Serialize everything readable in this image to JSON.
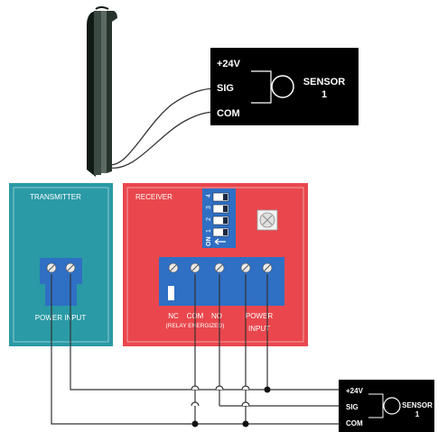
{
  "sensor_top": {
    "v24": "+24V",
    "sig": "SIG",
    "com": "COM",
    "name_line1": "SENSOR",
    "name_line2": "1"
  },
  "transmitter": {
    "title": "TRANSMITTER",
    "terminal_label": "POWER INPUT"
  },
  "receiver": {
    "title": "RECEIVER",
    "dip_numbers": [
      "1",
      "2",
      "3",
      "4"
    ],
    "dip_on": "ON",
    "label_nc": "NC",
    "label_com": "COM",
    "label_no": "NO",
    "label_relay": "(RELAY ENERGIZED)",
    "label_power_1": "POWER",
    "label_power_2": "INPUT"
  },
  "sensor_bottom": {
    "v24": "+24V",
    "sig": "SIG",
    "com": "COM",
    "name_line1": "SENSOR",
    "name_line2": "1"
  },
  "colors": {
    "transmitter_fill": "#2a9aa6",
    "receiver_fill": "#e9474d",
    "terminal_blue": "#2f6fc4",
    "sensor_fill": "#000000",
    "wire": "#333333",
    "edge_bar": "#1f2a24"
  }
}
